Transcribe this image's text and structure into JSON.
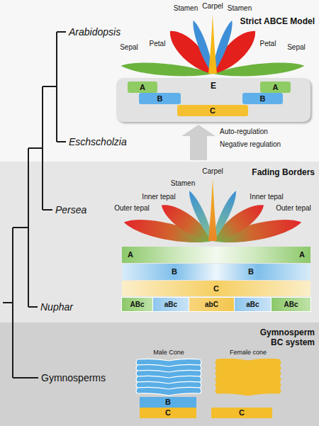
{
  "diagram": {
    "nodes": [
      {
        "text": [
          "E"
        ]
      },
      {
        "text": [
          "A"
        ],
        "in": 0
      },
      {
        "text": [
          "A"
        ],
        "in": 0
      },
      {
        "text": [
          "B"
        ],
        "in": 0
      },
      {
        "text": [
          "B"
        ],
        "in": 0
      },
      {
        "text": [
          "C"
        ],
        "in": 0
      },
      {
        "text": [
          "A",
          "A"
        ]
      },
      {
        "text": [
          "B",
          "B"
        ]
      },
      {
        "text": [
          "C"
        ]
      },
      {
        "text": [
          "ABc"
        ]
      },
      {
        "text": [
          "aBc"
        ]
      },
      {
        "text": [
          "abC"
        ]
      },
      {
        "text": [
          "aBc"
        ]
      },
      {
        "text": [
          "ABc"
        ]
      },
      {
        "text": [
          "B"
        ]
      },
      {
        "text": [
          "C"
        ]
      },
      {
        "text": [
          "C"
        ]
      }
    ],
    "labels": [
      "Arabidopsis",
      "Strict ABCE Model",
      "Carpel",
      "Stamen",
      "Stamen",
      "Petal",
      "Petal",
      "Sepal",
      "Sepal",
      "Auto-regulation",
      "Negative regulation",
      "Eschscholzia",
      "Fading Borders",
      "Carpel",
      "Stamen",
      "Inner tepal",
      "Inner tepal",
      "Outer tepal",
      "Outer tepal",
      "Persea",
      "Nuphar",
      "Gymnosperm BC system",
      "Male Cone",
      "Female cone",
      "Gymnosperms"
    ]
  }
}
